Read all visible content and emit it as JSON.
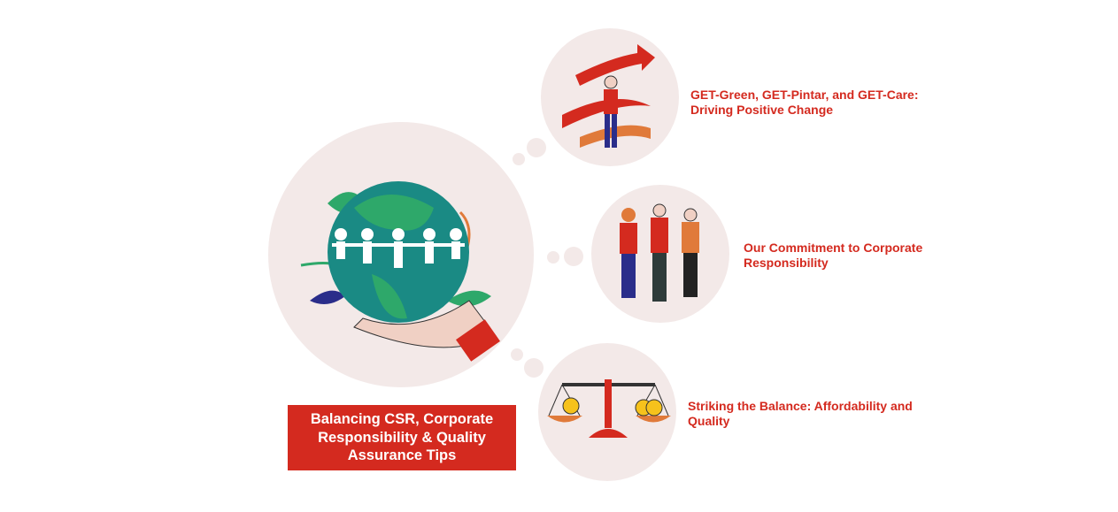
{
  "title": "Balancing CSR, Corporate Responsibility & Quality Assurance Tips",
  "items": [
    {
      "label": "GET-Green, GET-Pintar, and GET-Care: Driving Positive Change",
      "icon": "growth-arrow-person-icon"
    },
    {
      "label": "Our Commitment to Corporate Responsibility",
      "icon": "team-people-icon"
    },
    {
      "label": "Striking the Balance: Affordability and Quality",
      "icon": "balance-scale-icon"
    }
  ],
  "colors": {
    "accent": "#d42a1f",
    "bubble": "#f3e9e8",
    "globe_ocean": "#1a8a84",
    "globe_land": "#2ea86a"
  }
}
